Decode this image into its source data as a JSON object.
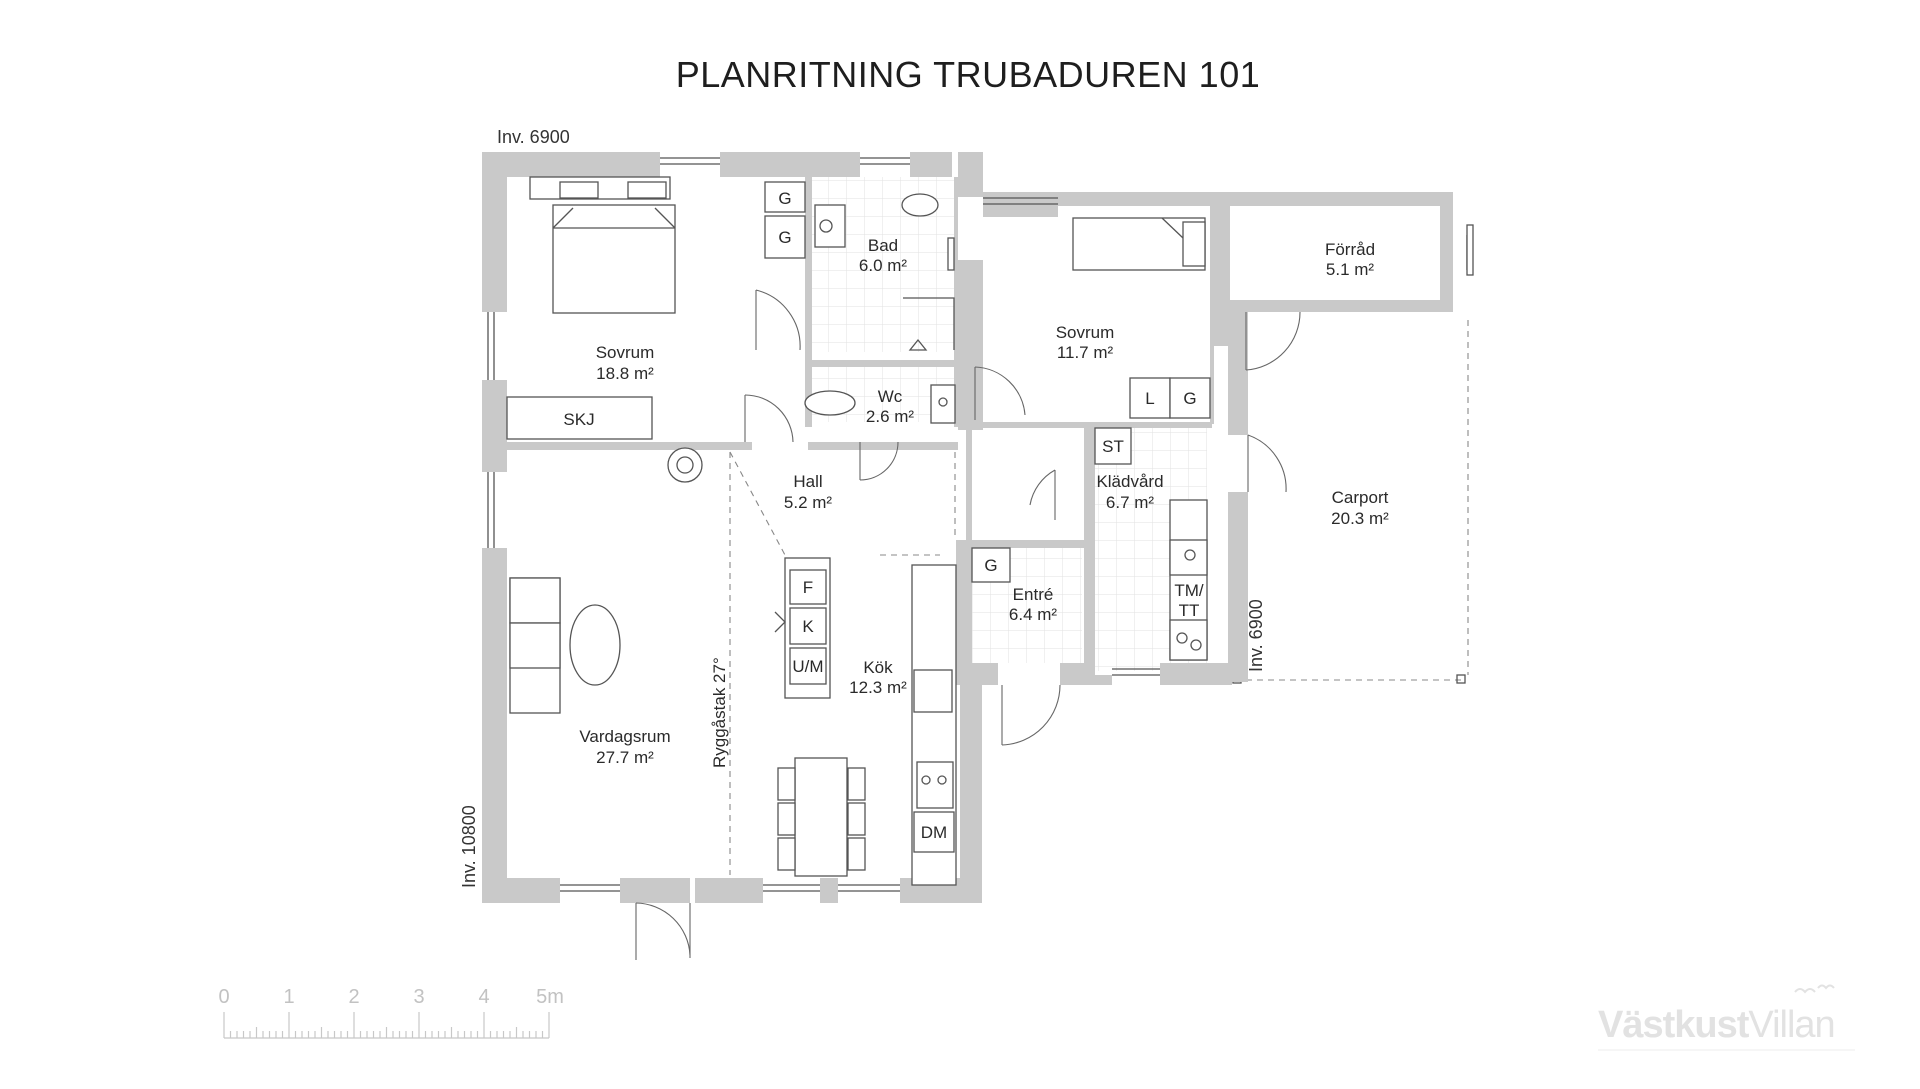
{
  "title": "PLANRITNING TRUBADUREN 101",
  "dimensions": {
    "top": "Inv. 6900",
    "left": "Inv. 10800",
    "right": "Inv. 6900"
  },
  "rooms": {
    "sovrum1": {
      "name": "Sovrum",
      "area": "18.8 m²"
    },
    "bad": {
      "name": "Bad",
      "area": "6.0 m²"
    },
    "wc": {
      "name": "Wc",
      "area": "2.6 m²"
    },
    "sovrum2": {
      "name": "Sovrum",
      "area": "11.7 m²"
    },
    "forrad": {
      "name": "Förråd",
      "area": "5.1 m²"
    },
    "hall": {
      "name": "Hall",
      "area": "5.2 m²"
    },
    "kladvard": {
      "name": "Klädvård",
      "area": "6.7 m²"
    },
    "entre": {
      "name": "Entré",
      "area": "6.4 m²"
    },
    "kok": {
      "name": "Kök",
      "area": "12.3 m²"
    },
    "vardagsrum": {
      "name": "Vardagsrum",
      "area": "27.7 m²"
    },
    "carport": {
      "name": "Carport",
      "area": "20.3 m²"
    }
  },
  "roof_label": "Ryggåstak 27°",
  "fixtures": {
    "g": "G",
    "skj": "SKJ",
    "l": "L",
    "st": "ST",
    "tm": "TM/",
    "tt": "TT",
    "f": "F",
    "k": "K",
    "um": "U/M",
    "dm": "DM"
  },
  "scale": {
    "labels": [
      "0",
      "1",
      "2",
      "3",
      "4",
      "5m"
    ]
  },
  "logo": {
    "part1": "Västkust",
    "part2": "Villan"
  },
  "colors": {
    "wall": "#c9c9c9",
    "line": "#555555",
    "logo": "#e2e2e2"
  }
}
